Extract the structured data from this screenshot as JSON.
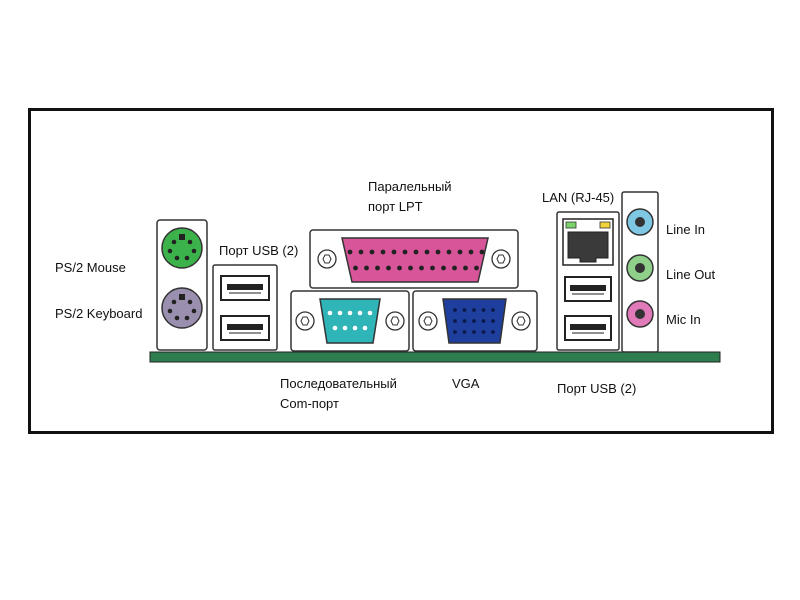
{
  "labels": {
    "ps2_mouse": "PS/2 Mouse",
    "ps2_keyboard": "PS/2 Keyboard",
    "usb_left": "Порт USB (2)",
    "lpt_line1": "Паралельный",
    "lpt_line2": "порт LPT",
    "lan": "LAN (RJ-45)",
    "line_in": "Line In",
    "line_out": "Line Out",
    "mic_in": "Mic In",
    "com_line1": "Последовательный",
    "com_line2": "Com-порт",
    "vga": "VGA",
    "usb_right": "Порт USB (2)"
  },
  "colors": {
    "ps2_mouse": "#3cb34a",
    "ps2_keyboard": "#9b8fb0",
    "lpt": "#d9559a",
    "com": "#2fb4b8",
    "vga": "#1f3f9e",
    "line_in": "#7ec8e3",
    "line_out": "#8fd18a",
    "mic_in": "#e07ab8",
    "board": "#2e7d4f"
  }
}
